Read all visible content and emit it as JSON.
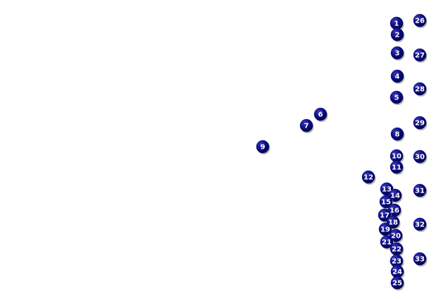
{
  "markers": {
    "fill_color": "#0a0a80",
    "shadow_color": "#9a9a9a",
    "label_color": "#ffffff",
    "items": [
      {
        "label": "1"
      },
      {
        "label": "2"
      },
      {
        "label": "3"
      },
      {
        "label": "4"
      },
      {
        "label": "5"
      },
      {
        "label": "6"
      },
      {
        "label": "7"
      },
      {
        "label": "8"
      },
      {
        "label": "9"
      },
      {
        "label": "10"
      },
      {
        "label": "11"
      },
      {
        "label": "12"
      },
      {
        "label": "13"
      },
      {
        "label": "14"
      },
      {
        "label": "15"
      },
      {
        "label": "16"
      },
      {
        "label": "17"
      },
      {
        "label": "18"
      },
      {
        "label": "19"
      },
      {
        "label": "20"
      },
      {
        "label": "21"
      },
      {
        "label": "22"
      },
      {
        "label": "23"
      },
      {
        "label": "24"
      },
      {
        "label": "25"
      },
      {
        "label": "26"
      },
      {
        "label": "27"
      },
      {
        "label": "28"
      },
      {
        "label": "29"
      },
      {
        "label": "30"
      },
      {
        "label": "31"
      },
      {
        "label": "32"
      },
      {
        "label": "33"
      }
    ]
  }
}
